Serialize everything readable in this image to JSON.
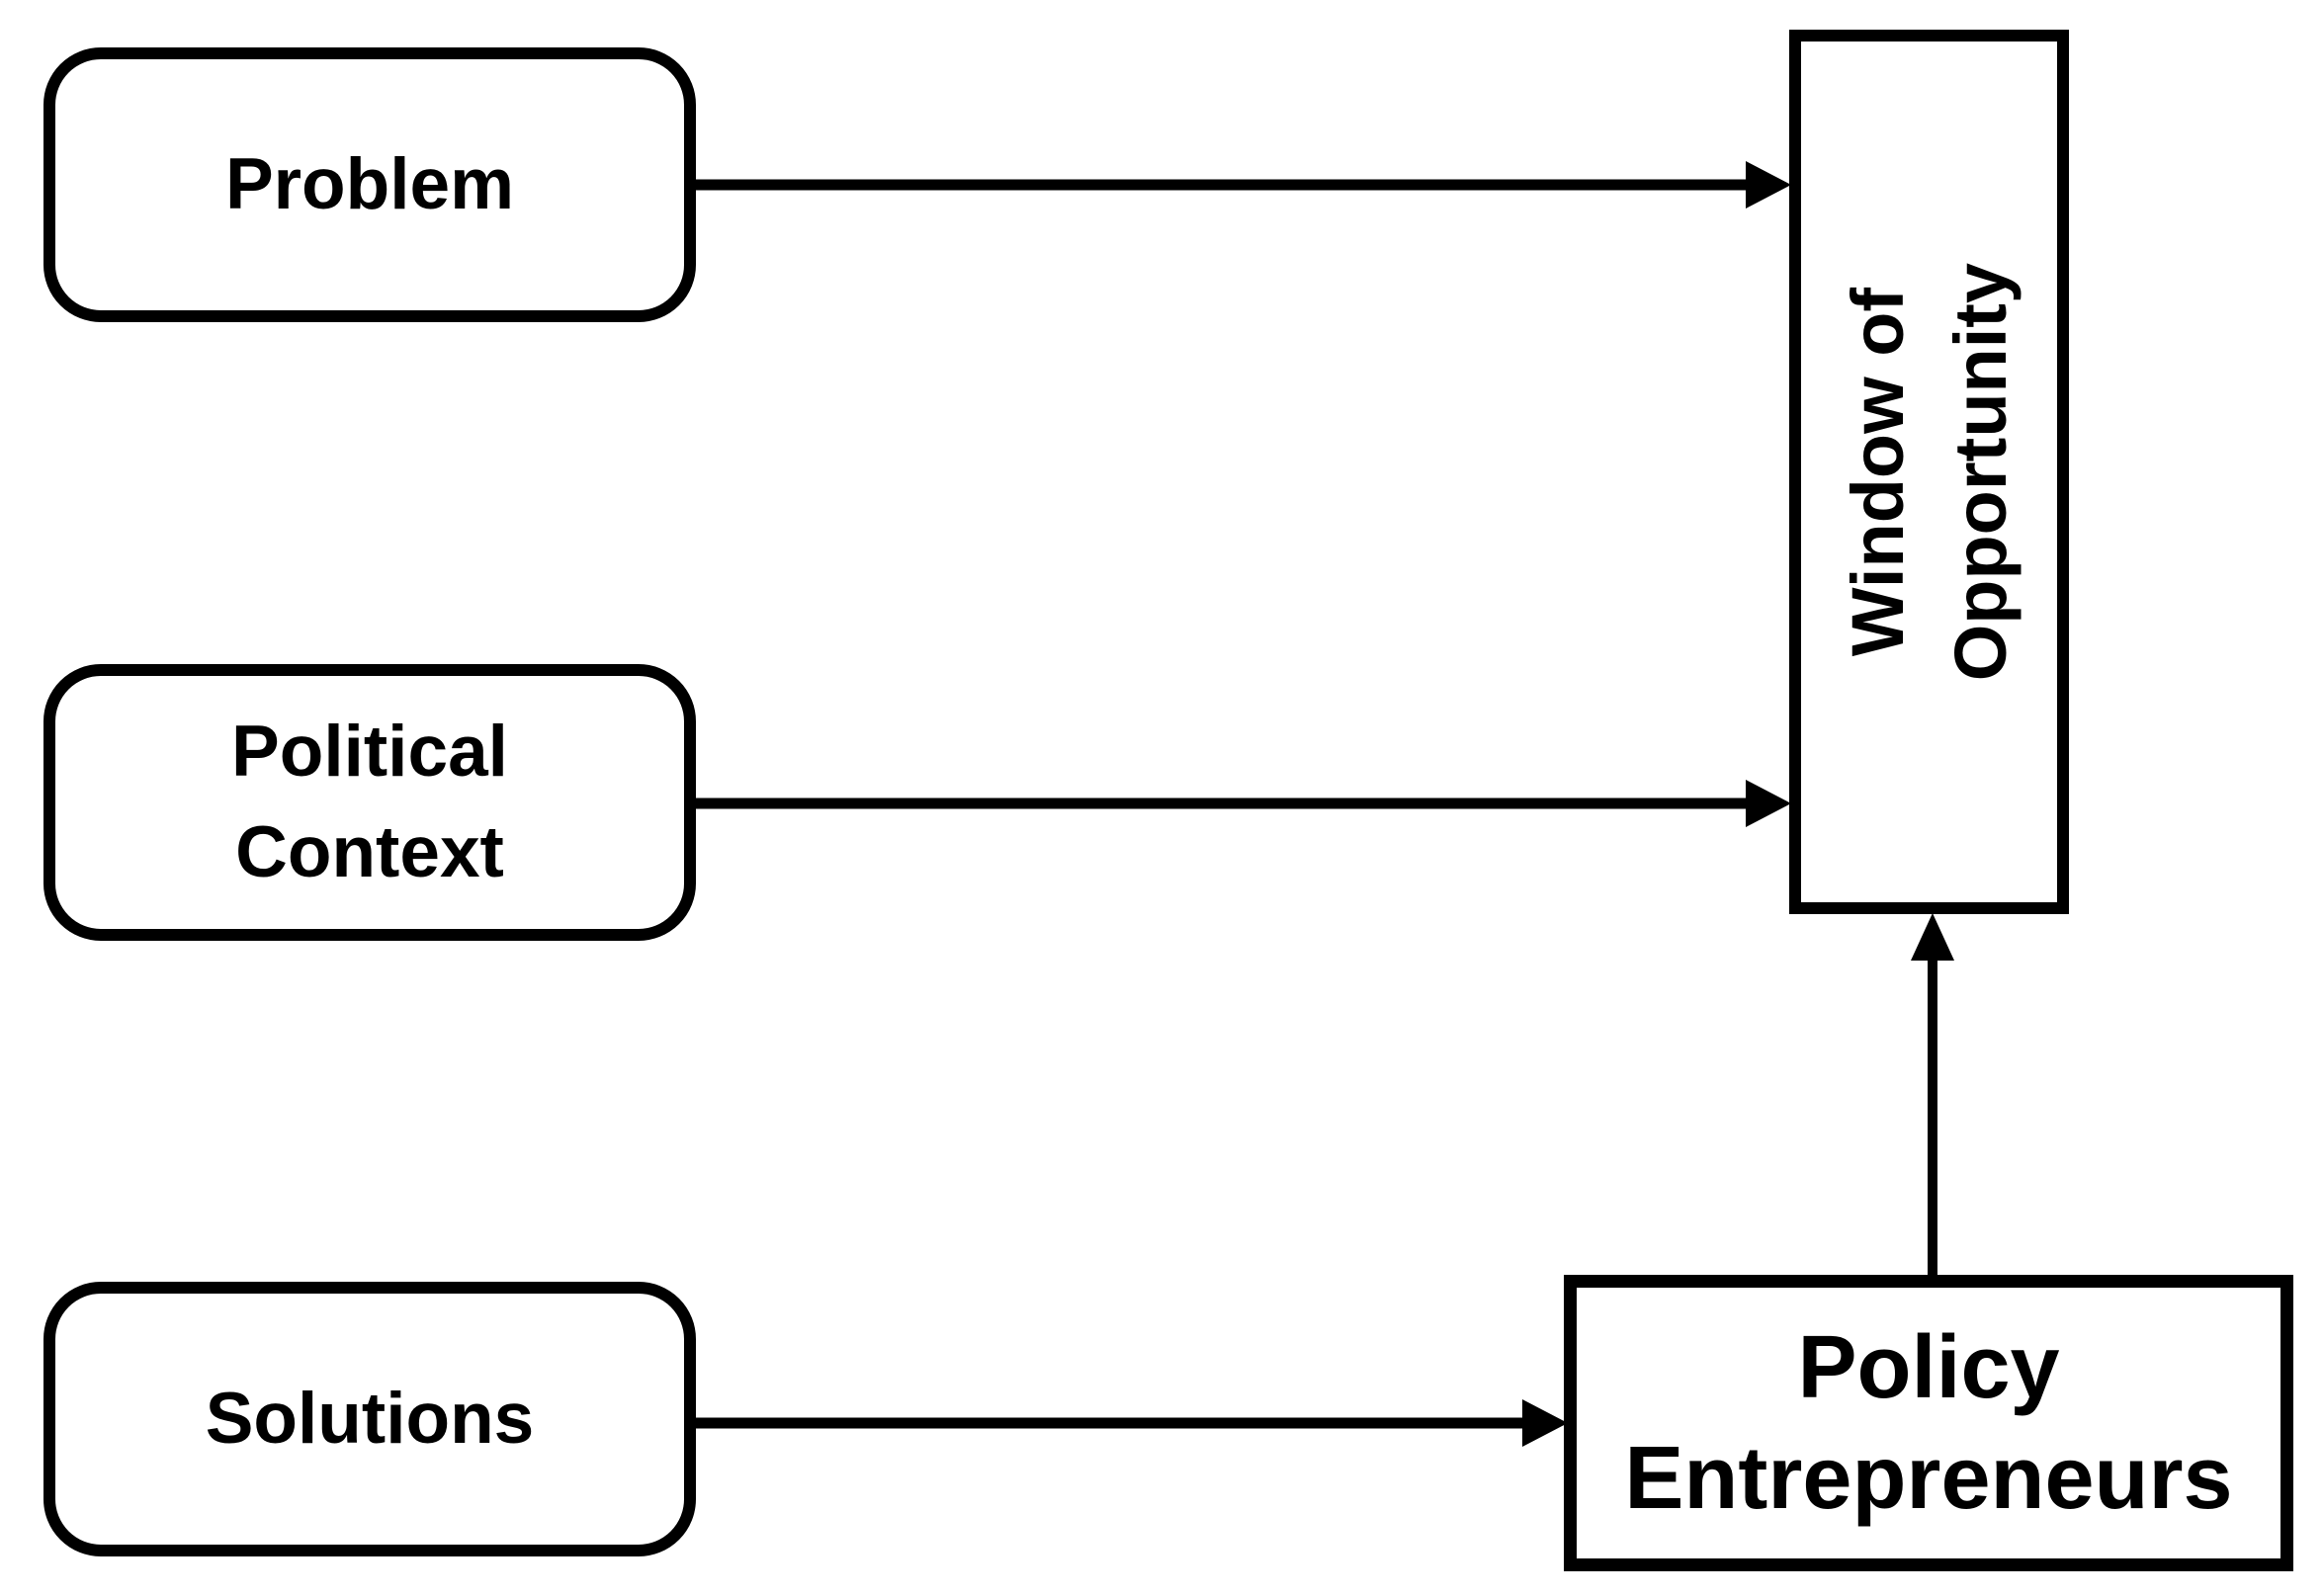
{
  "diagram": {
    "background_color": "#ffffff",
    "stroke_color": "#000000",
    "text_color": "#000000",
    "nodes": {
      "problem": {
        "label": "Problem",
        "shape": "rounded-rectangle"
      },
      "political_context": {
        "label": "Political Context",
        "shape": "rounded-rectangle"
      },
      "solutions": {
        "label": "Solutions",
        "shape": "rounded-rectangle"
      },
      "window_of_opportunity": {
        "label": "Window of Opportunity",
        "shape": "rectangle",
        "text_rotation_deg": -90
      },
      "policy_entrepreneurs": {
        "label": "Policy Entrepreneurs",
        "shape": "rectangle"
      }
    },
    "edges": [
      {
        "from": "Problem",
        "to": "Window of Opportunity",
        "direction": "right"
      },
      {
        "from": "Political Context",
        "to": "Window of Opportunity",
        "direction": "right"
      },
      {
        "from": "Solutions",
        "to": "Policy Entrepreneurs",
        "direction": "right"
      },
      {
        "from": "Policy Entrepreneurs",
        "to": "Window of Opportunity",
        "direction": "up"
      }
    ]
  }
}
